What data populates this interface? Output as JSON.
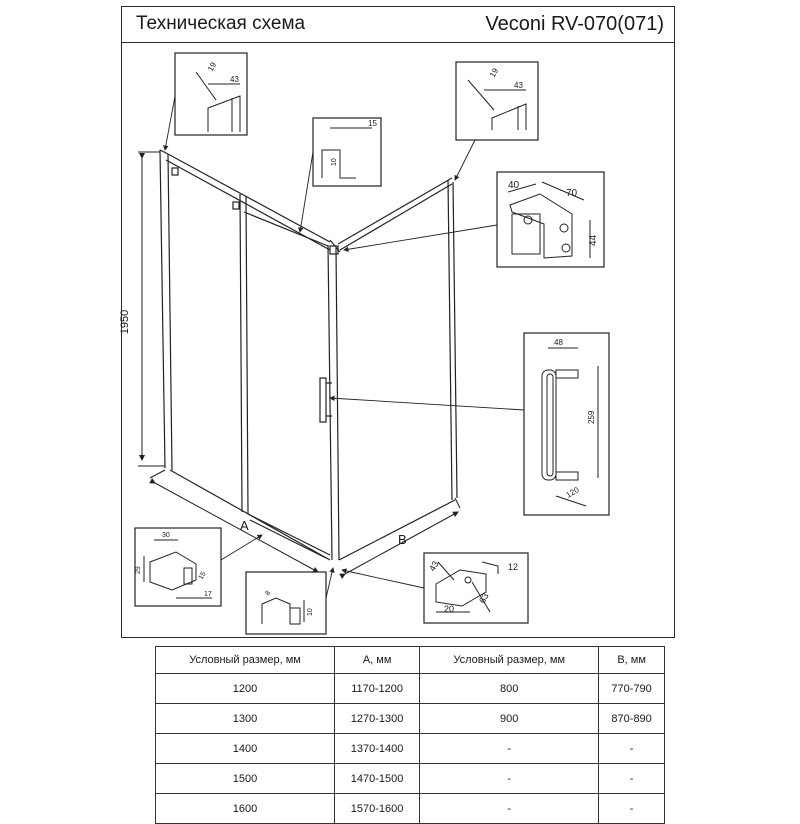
{
  "header": {
    "title": "Техническая схема",
    "model": "Veconi RV-070(071)"
  },
  "dimensions": {
    "height": "1950",
    "a": "A",
    "b": "B",
    "d1a": "19",
    "d1b": "43",
    "d2a": "19",
    "d2b": "43",
    "d3": "15",
    "d3v": "10",
    "d4a": "40",
    "d4b": "70",
    "d4c": "44",
    "d5a": "48",
    "d5b": "259",
    "d5c": "120",
    "d6a": "30",
    "d6b": "29",
    "d6c": "15",
    "d6d": "17",
    "d7a": "8",
    "d7b": "10",
    "d8a": "43",
    "d8b": "12",
    "d8c": "20",
    "d8d": "63"
  },
  "table": {
    "headers": [
      "Условный размер, мм",
      "А, мм",
      "Условный размер, мм",
      "В, мм"
    ],
    "rows": [
      [
        "1200",
        "1170-1200",
        "800",
        "770-790"
      ],
      [
        "1300",
        "1270-1300",
        "900",
        "870-890"
      ],
      [
        "1400",
        "1370-1400",
        "-",
        "-"
      ],
      [
        "1500",
        "1470-1500",
        "-",
        "-"
      ],
      [
        "1600",
        "1570-1600",
        "-",
        "-"
      ]
    ]
  }
}
